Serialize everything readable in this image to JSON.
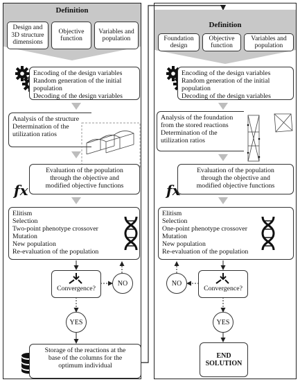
{
  "left": {
    "definition_title": "Definition",
    "def_items": [
      "Design and 3D structure dimensions",
      "Objective function",
      "Variables and population"
    ],
    "encoding_lines": [
      "Encoding of the design variables",
      "Random generation of the initial",
      "population",
      "Decoding of the design variables"
    ],
    "analysis_lines": [
      "Analysis of the structure",
      "Determination of the",
      "utilization ratios"
    ],
    "evaluation_lines": [
      "Evaluation of the population",
      "through the objective and",
      "modified objective functions"
    ],
    "ga_lines": [
      "Elitism",
      "Selection",
      "Two-point phenotype crossover",
      "Mutation",
      "New population",
      "Re-evaluation of the population"
    ],
    "convergence": "Convergence?",
    "no": "NO",
    "yes": "YES",
    "storage_lines": [
      "Storage of the reactions at the",
      "base of the columns for the",
      "optimum individual"
    ]
  },
  "right": {
    "definition_title": "Definition",
    "def_items": [
      "Foundation design",
      "Objective function",
      "Variables and population"
    ],
    "encoding_lines": [
      "Encoding of the design variables",
      "Random generation of the initial",
      "population",
      "Decoding of the design variables"
    ],
    "analysis_lines": [
      "Analysis of the foundation",
      "from the stored reactions",
      "Determination of the",
      "utilization ratios"
    ],
    "evaluation_lines": [
      "Evaluation of the population",
      "through the objective and",
      "modified objective functions"
    ],
    "ga_lines": [
      "Elitism",
      "Selection",
      "One-point phenotype crossover",
      "Mutation",
      "New population",
      "Re-evaluation of the population"
    ],
    "convergence": "Convergence?",
    "no": "NO",
    "yes": "YES",
    "end_lines": [
      "END",
      "SOLUTION"
    ]
  },
  "fx_glyph": "fx",
  "icons": [
    "gears-icon",
    "structure-sketch-icon",
    "fx-icon",
    "dna-icon",
    "convergence-arrows-icon",
    "database-icon",
    "foundation-sketch-icon"
  ],
  "colors": {
    "chevron": "#c8c8c8",
    "arrow": "#bdbdbd",
    "line": "#222222"
  }
}
